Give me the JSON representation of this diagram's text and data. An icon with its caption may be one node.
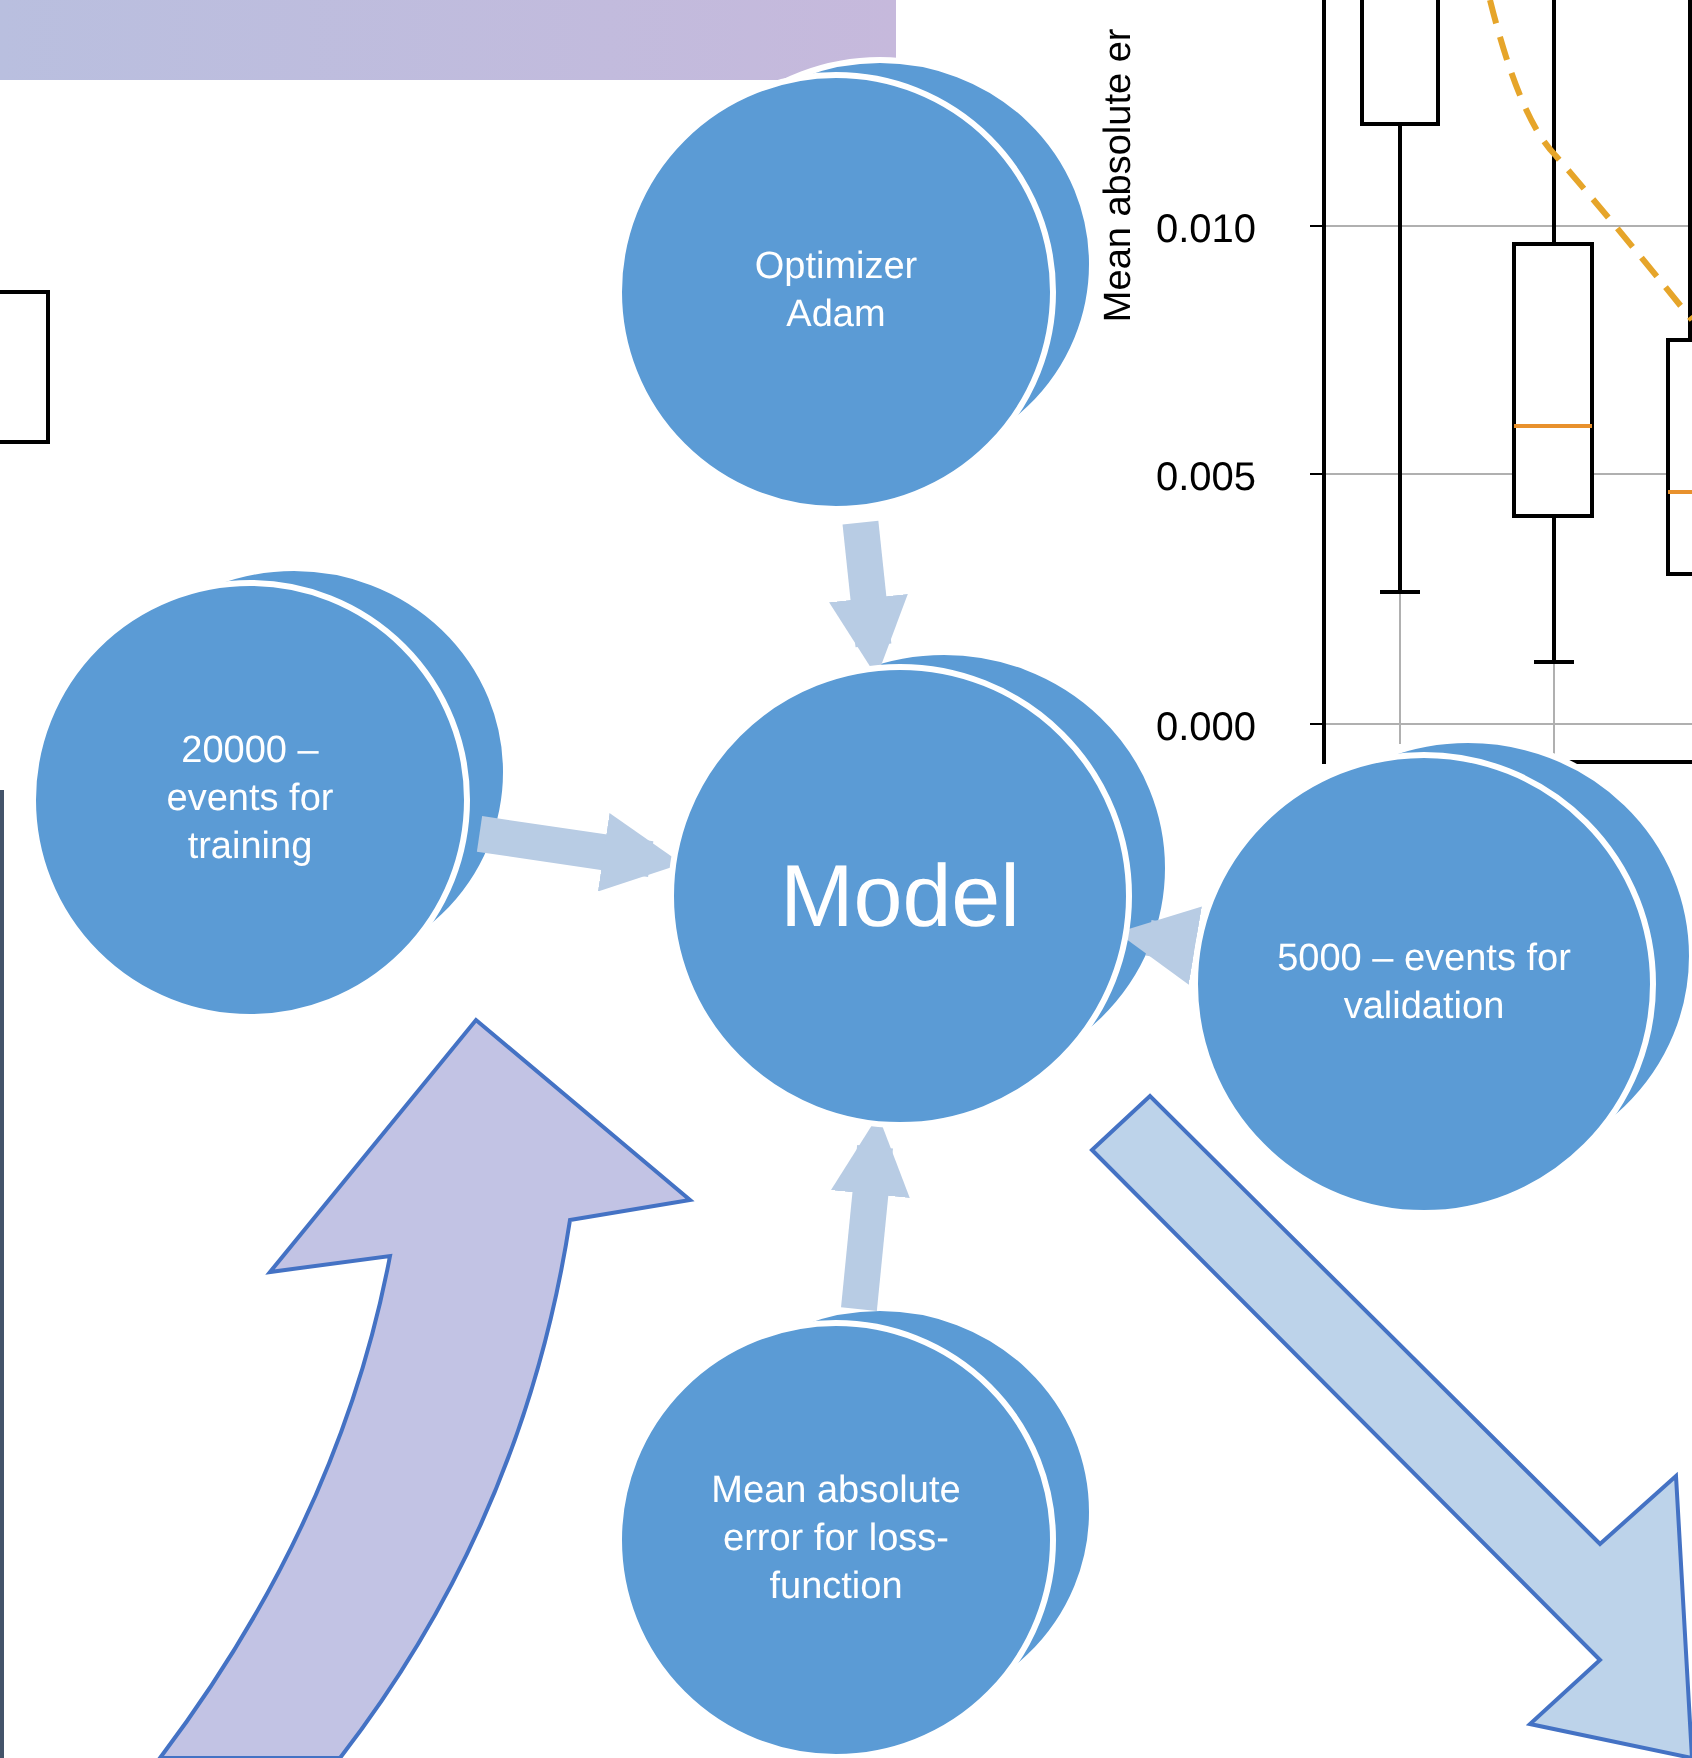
{
  "diagram": {
    "nodes": [
      {
        "text": [
          "Optimizer Adam"
        ]
      },
      {
        "text": [
          "20000 – events for training"
        ]
      },
      {
        "text": [
          "Model"
        ]
      },
      {
        "text": [
          "5000 – events for validation"
        ]
      },
      {
        "text": [
          "Mean absolute error for loss-function"
        ]
      }
    ],
    "edges": [
      {
        "from": 0,
        "to": 2,
        "arrow": "to"
      },
      {
        "from": 1,
        "to": 2,
        "arrow": "to"
      },
      {
        "from": 3,
        "to": 2,
        "arrow": "to"
      },
      {
        "from": 4,
        "to": 2,
        "arrow": "to"
      }
    ],
    "labels": [
      "Mean absolute er",
      "0.010",
      "0.005",
      "0.000"
    ]
  }
}
